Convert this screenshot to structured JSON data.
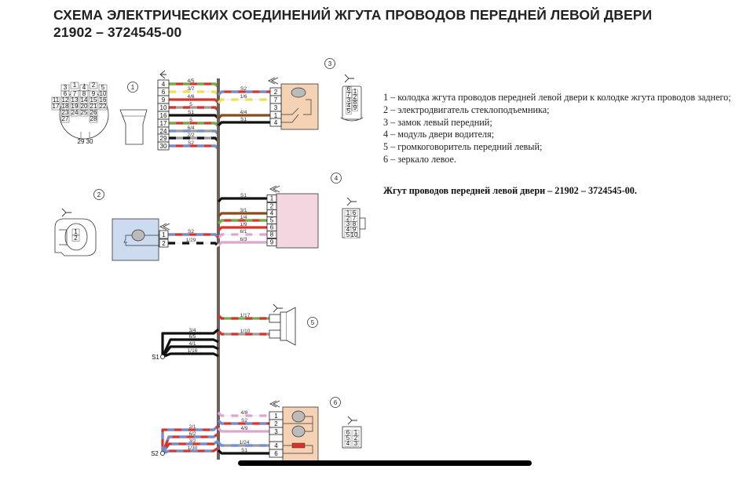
{
  "title": {
    "line1": "СХЕМА ЭЛЕКТРИЧЕСКИХ СОЕДИНЕНИЙ ЖГУТА ПРОВОДОВ ПЕРЕДНЕЙ ЛЕВОЙ ДВЕРИ",
    "line2": "21902 – 3724545-00"
  },
  "legend": [
    "1 – колодка жгута проводов передней левой двери к колодке жгута проводов заднего;",
    "2 – электродвигатель стеклоподъемника;",
    "3 – замок левый передний;",
    "4 – модуль двери водителя;",
    "5 – громкоговоритель передний левый;",
    "6 – зеркало левое."
  ],
  "harness_label": "Жгут проводов передней левой двери – 21902 – 3724545-00.",
  "colors": {
    "red": "#d8322a",
    "green": "#6cb043",
    "yellow": "#ede04a",
    "grey": "#9b9b9b",
    "black": "#111111",
    "blue": "#6e8fd6",
    "brown": "#8a4a1e",
    "pink": "#dca6d2",
    "white": "#ffffff",
    "trunk": "#6b625c",
    "box_peach": "#f6d2b4",
    "box_pink": "#f4d6e0",
    "box_blue": "#cddbf0"
  },
  "components": {
    "c1": {
      "number": "1",
      "face_pins": [
        "3",
        "1",
        "4",
        "2",
        "5",
        "6",
        "7",
        "8",
        "9",
        "10",
        "11",
        "12",
        "13",
        "14",
        "15",
        "16",
        "17",
        "18",
        "19",
        "20",
        "21",
        "22",
        "23",
        "24",
        "25",
        "26",
        "27",
        "28"
      ],
      "bottom_pins": [
        "29",
        "30"
      ]
    },
    "c2": {
      "number": "2",
      "face_pins": [
        "1",
        "2"
      ]
    },
    "c3": {
      "number": "3",
      "face_pins": [
        "6",
        "1",
        "7",
        "2",
        "3",
        "8",
        "4",
        "9",
        "5"
      ]
    },
    "c4": {
      "number": "4",
      "face_pins": [
        "1",
        "6",
        "2",
        "7",
        "3",
        "8",
        "4",
        "9",
        "5",
        "10"
      ]
    },
    "c5": {
      "number": "5"
    },
    "c6": {
      "number": "6",
      "face_pins": [
        "6",
        "1",
        "5",
        "2",
        "4",
        "3"
      ]
    }
  },
  "splices": [
    "S1",
    "S2"
  ],
  "wires": {
    "c1": [
      {
        "pin": "4",
        "label": "4/5",
        "base": "red",
        "stripe": "green"
      },
      {
        "pin": "6",
        "label": "3/7",
        "base": "white",
        "stripe": "yellow"
      },
      {
        "pin": "9",
        "label": "4/6",
        "base": "red",
        "stripe": ""
      },
      {
        "pin": "10",
        "label": "5",
        "base": "grey",
        "stripe": "red"
      },
      {
        "pin": "16",
        "label": "S1",
        "base": "black",
        "stripe": ""
      },
      {
        "pin": "17",
        "label": "5",
        "base": "red",
        "stripe": "green"
      },
      {
        "pin": "24",
        "label": "6/4",
        "base": "grey",
        "stripe": "blue"
      },
      {
        "pin": "29",
        "label": "2/2",
        "base": "grey",
        "stripe": "black"
      },
      {
        "pin": "30",
        "label": "S2",
        "base": "red",
        "stripe": "blue"
      }
    ],
    "c3": [
      {
        "pin": "2",
        "label": "S2",
        "base": "red",
        "stripe": "blue"
      },
      {
        "pin": "7",
        "label": "1/6",
        "base": "white",
        "stripe": "yellow"
      },
      {
        "pin": "3",
        "label": "",
        "base": "",
        "stripe": ""
      },
      {
        "pin": "1",
        "label": "4/4",
        "base": "brown",
        "stripe": ""
      },
      {
        "pin": "4",
        "label": "S1",
        "base": "black",
        "stripe": ""
      }
    ],
    "c4": [
      {
        "pin": "1",
        "label": "S1",
        "base": "black",
        "stripe": ""
      },
      {
        "pin": "2",
        "label": "",
        "base": "",
        "stripe": ""
      },
      {
        "pin": "4",
        "label": "3/1",
        "base": "brown",
        "stripe": ""
      },
      {
        "pin": "5",
        "label": "1/4",
        "base": "red",
        "stripe": "green"
      },
      {
        "pin": "6",
        "label": "1/9",
        "base": "red",
        "stripe": ""
      },
      {
        "pin": "8",
        "label": "6/1",
        "base": "white",
        "stripe": "pink"
      },
      {
        "pin": "9",
        "label": "6/3",
        "base": "pink",
        "stripe": ""
      }
    ],
    "c2": [
      {
        "pin": "1",
        "label": "S2",
        "base": "red",
        "stripe": "blue"
      },
      {
        "pin": "2",
        "label": "1/29",
        "base": "white",
        "stripe": "black"
      }
    ],
    "c5": [
      {
        "pin": "",
        "label": "1/17",
        "base": "green",
        "stripe": "red"
      },
      {
        "pin": "",
        "label": "1/10",
        "base": "grey",
        "stripe": "red"
      }
    ],
    "s1": [
      {
        "label": "3/4",
        "base": "black",
        "stripe": ""
      },
      {
        "label": "6/5",
        "base": "black",
        "stripe": ""
      },
      {
        "label": "4/1",
        "base": "black",
        "stripe": ""
      },
      {
        "label": "1/16",
        "base": "black",
        "stripe": ""
      }
    ],
    "c6": [
      {
        "pin": "1",
        "label": "4/8",
        "base": "white",
        "stripe": "pink"
      },
      {
        "pin": "2",
        "label": "S2",
        "base": "red",
        "stripe": "blue"
      },
      {
        "pin": "3",
        "label": "4/9",
        "base": "pink",
        "stripe": ""
      },
      {
        "pin": "4",
        "label": "1/24",
        "base": "grey",
        "stripe": "blue"
      },
      {
        "pin": "6",
        "label": "S1",
        "base": "black",
        "stripe": ""
      }
    ],
    "s2": [
      {
        "label": "2/1",
        "base": "red",
        "stripe": "blue"
      },
      {
        "label": "6/2",
        "base": "red",
        "stripe": "blue"
      },
      {
        "label": "3/2",
        "base": "red",
        "stripe": "blue"
      },
      {
        "label": "1/30",
        "base": "red",
        "stripe": "blue"
      }
    ]
  }
}
